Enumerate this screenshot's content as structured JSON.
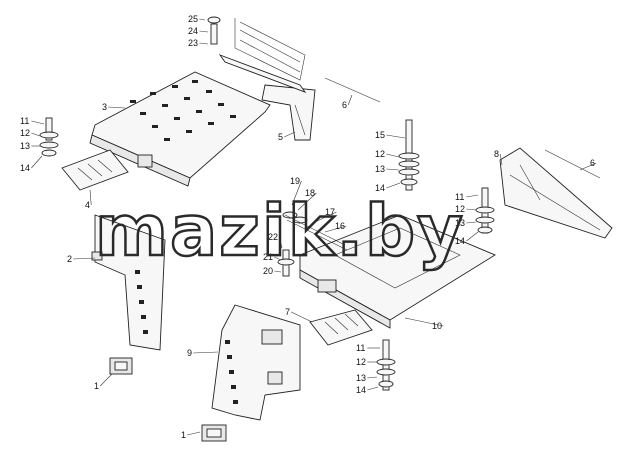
{
  "watermark": "mazik.by",
  "callouts": [
    {
      "id": "c25",
      "text": "25"
    },
    {
      "id": "c24",
      "text": "24"
    },
    {
      "id": "c23",
      "text": "23"
    },
    {
      "id": "c3",
      "text": "3"
    },
    {
      "id": "c6a",
      "text": "6"
    },
    {
      "id": "c5",
      "text": "5"
    },
    {
      "id": "c11a",
      "text": "11"
    },
    {
      "id": "c12a",
      "text": "12"
    },
    {
      "id": "c13a",
      "text": "13"
    },
    {
      "id": "c14a",
      "text": "14"
    },
    {
      "id": "c15",
      "text": "15"
    },
    {
      "id": "c12b",
      "text": "12"
    },
    {
      "id": "c13b",
      "text": "13"
    },
    {
      "id": "c14b",
      "text": "14"
    },
    {
      "id": "c8",
      "text": "8"
    },
    {
      "id": "c6b",
      "text": "6"
    },
    {
      "id": "c19",
      "text": "19"
    },
    {
      "id": "c18",
      "text": "18"
    },
    {
      "id": "c17",
      "text": "17"
    },
    {
      "id": "c16",
      "text": "16"
    },
    {
      "id": "c11b",
      "text": "11"
    },
    {
      "id": "c12c",
      "text": "12"
    },
    {
      "id": "c13c",
      "text": "13"
    },
    {
      "id": "c14c",
      "text": "14"
    },
    {
      "id": "c4",
      "text": "4"
    },
    {
      "id": "c2",
      "text": "2"
    },
    {
      "id": "c22",
      "text": "22"
    },
    {
      "id": "c21",
      "text": "21"
    },
    {
      "id": "c20",
      "text": "20"
    },
    {
      "id": "c7",
      "text": "7"
    },
    {
      "id": "c10",
      "text": "10"
    },
    {
      "id": "c9",
      "text": "9"
    },
    {
      "id": "c11d",
      "text": "11"
    },
    {
      "id": "c12d",
      "text": "12"
    },
    {
      "id": "c13d",
      "text": "13"
    },
    {
      "id": "c14d",
      "text": "14"
    },
    {
      "id": "c1a",
      "text": "1"
    },
    {
      "id": "c1b",
      "text": "1"
    }
  ]
}
